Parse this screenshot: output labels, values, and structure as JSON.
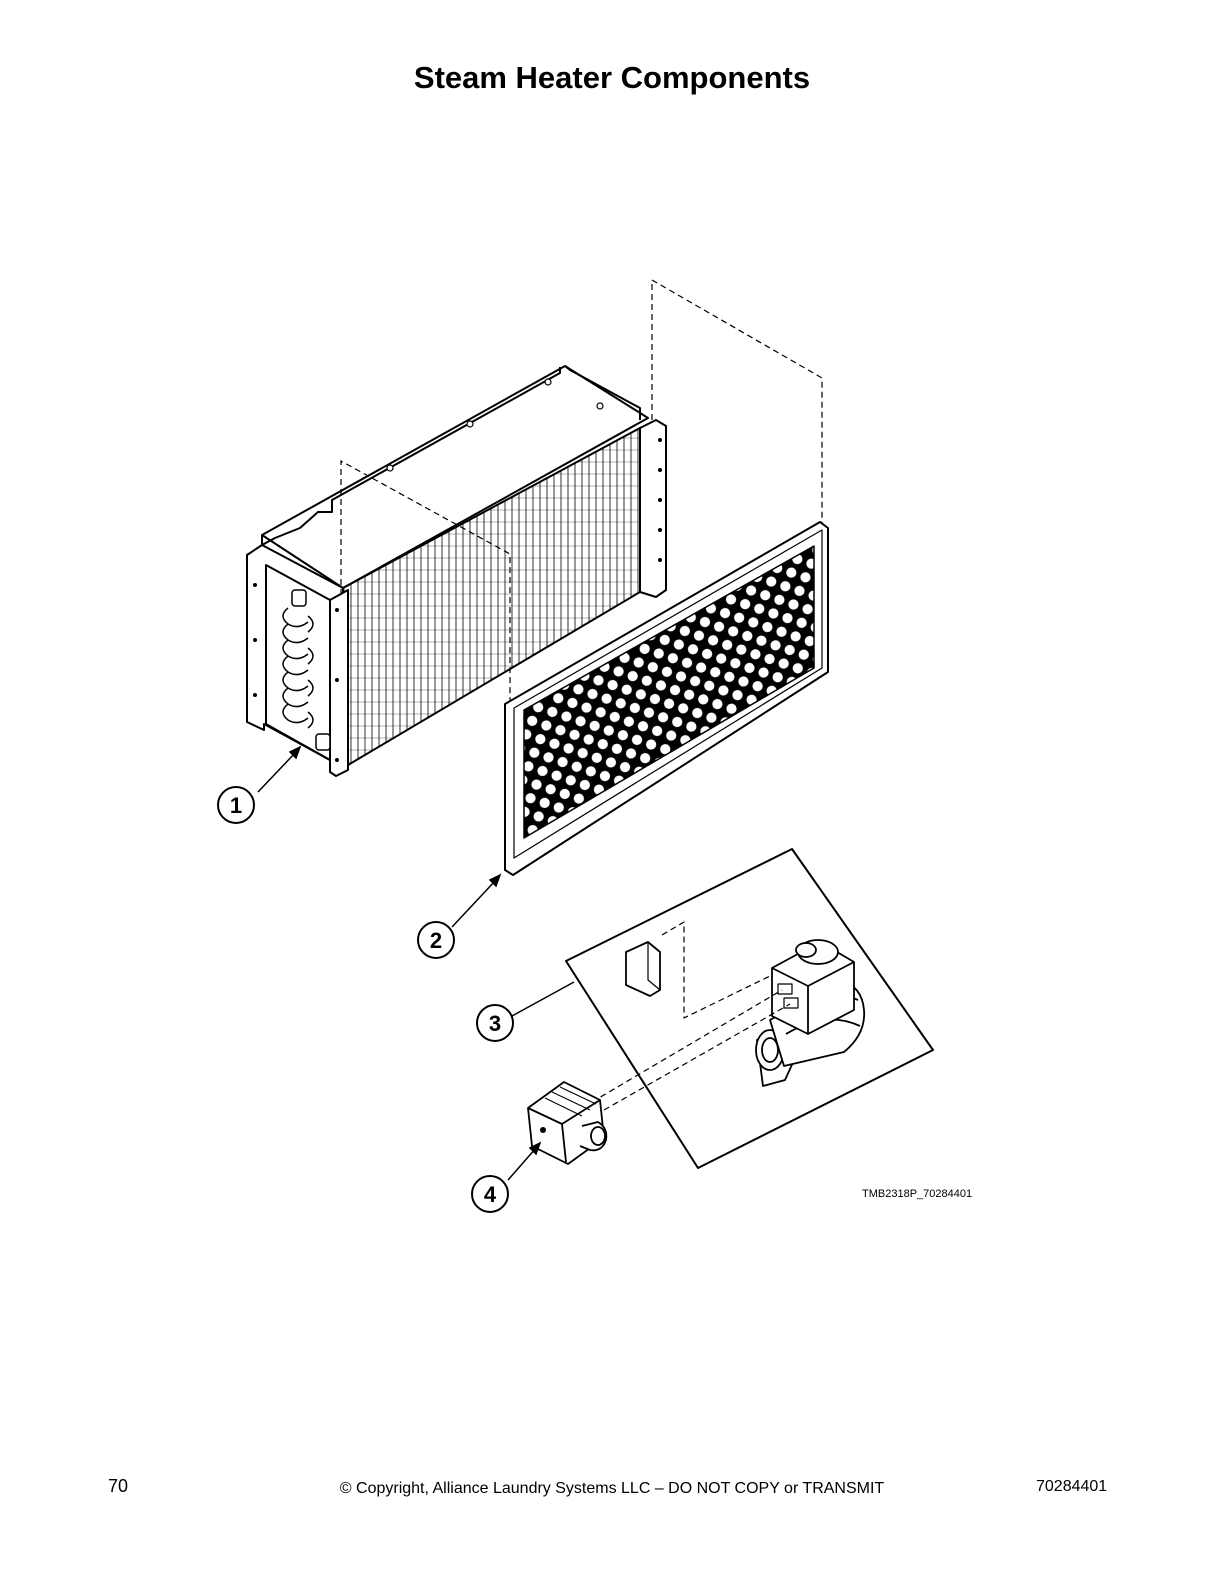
{
  "page": {
    "title": "Steam Heater Components",
    "page_number": "70",
    "copyright": "© Copyright, Alliance Laundry Systems LLC – DO NOT COPY or TRANSMIT",
    "doc_number": "70284401"
  },
  "diagram": {
    "figure_code": "TMB2318P_70284401",
    "callouts": [
      {
        "number": "1",
        "part": "heater-coil"
      },
      {
        "number": "2",
        "part": "filter-screen"
      },
      {
        "number": "3",
        "part": "steam-valve-assembly"
      },
      {
        "number": "4",
        "part": "valve-coil-connector"
      }
    ],
    "colors": {
      "line": "#000000",
      "background": "#ffffff"
    }
  }
}
